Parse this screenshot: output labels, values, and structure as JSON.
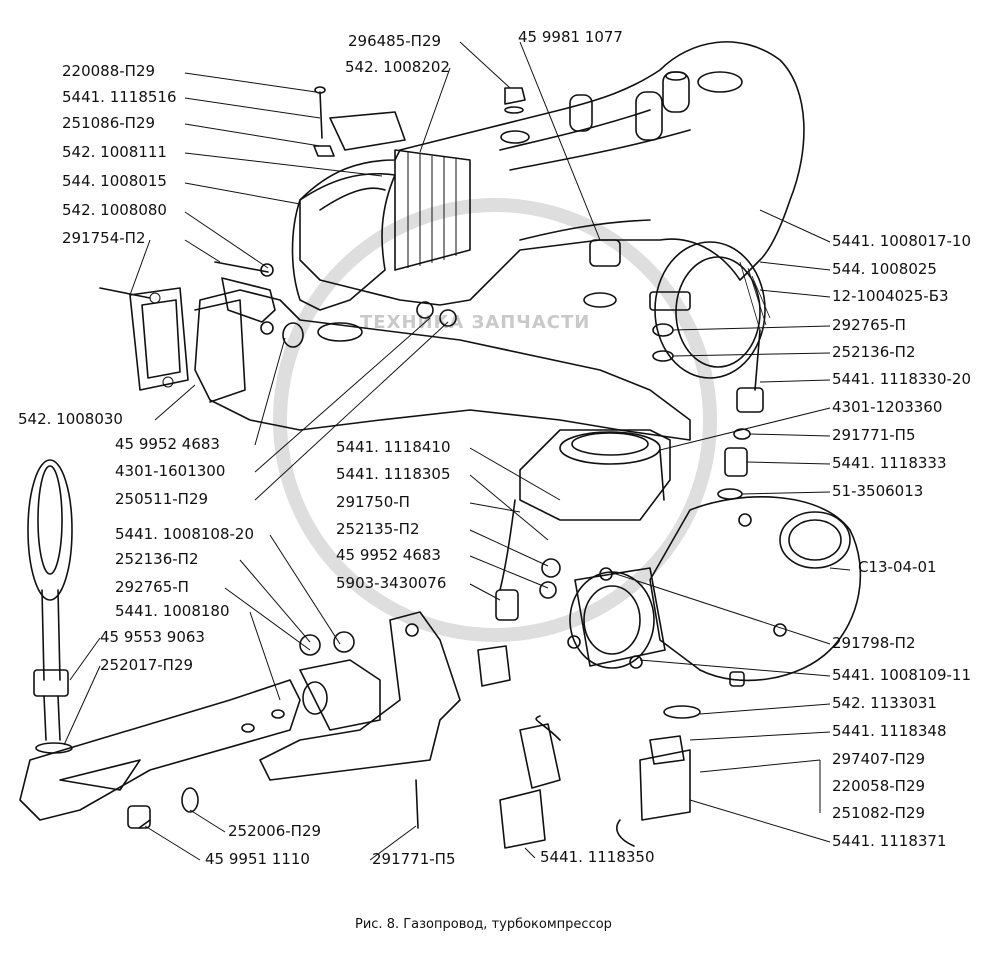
{
  "caption": "Рис. 8. Газопровод, турбокомпрессор",
  "watermark": "ТЕХНИКА   ЗАПЧАСТИ",
  "labels": [
    "220088-П29",
    "5441. 1118516",
    "251086-П29",
    "542. 1008111",
    "544. 1008015",
    "542. 1008080",
    "291754-П2",
    "542. 1008030",
    "45 9952 4683",
    "4301-1601300",
    "250511-П29",
    "296485-П29",
    "542. 1008202",
    "45 9981 1077",
    "5441. 1008017-10",
    "544. 1008025",
    "12-1004025-Б3",
    "292765-П",
    "252136-П2",
    "5441. 1118330-20",
    "4301-1203360",
    "291771-П5",
    "5441. 1118333",
    "51-3506013",
    "С13-04-01",
    "291798-П2",
    "5441. 1008109-11",
    "542. 1133031",
    "5441. 1118348",
    "297407-П29",
    "220058-П29",
    "251082-П29",
    "5441. 1118371",
    "5441. 1118410",
    "5441. 1118305",
    "291750-П",
    "252135-П2",
    "45 9952 4683",
    "5903-3430076",
    "5441. 1008108-20",
    "252136-П2",
    "292765-П",
    "5441. 1008180",
    "45 9553 9063",
    "252017-П29",
    "252006-П29",
    "45 9951 1110",
    "291771-П5",
    "5441. 1118350"
  ]
}
